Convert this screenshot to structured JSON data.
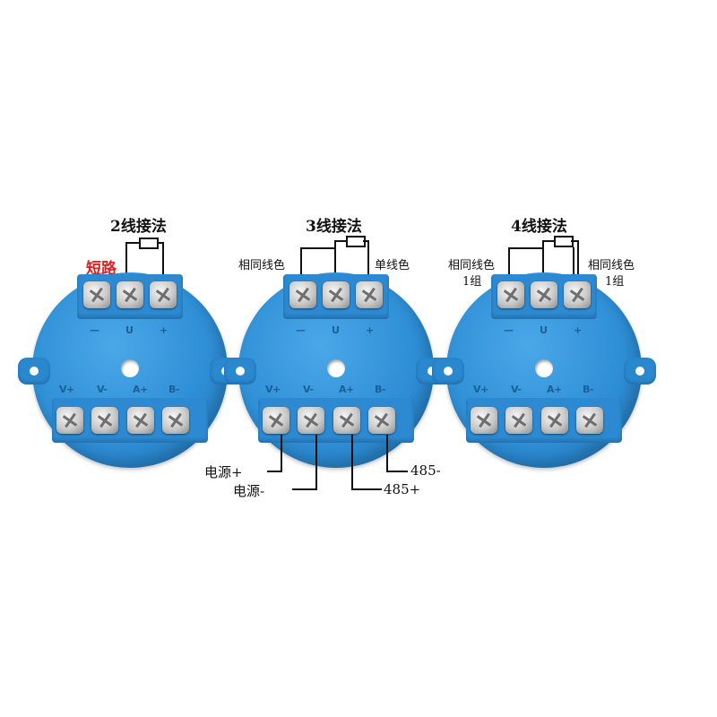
{
  "modules": [
    {
      "title": "2线接法",
      "short_label": "短路",
      "top_marks": [
        "—",
        "U",
        "+"
      ],
      "bottom_marks": [
        "V+",
        "V-",
        "A+",
        "B-"
      ]
    },
    {
      "title": "3线接法",
      "left_note": "相同线色",
      "right_note": "单线色",
      "top_marks": [
        "—",
        "U",
        "+"
      ],
      "bottom_marks": [
        "V+",
        "V-",
        "A+",
        "B-"
      ],
      "outputs": {
        "power_plus": "电源+",
        "power_minus": "电源-",
        "rs485_plus": "485+",
        "rs485_minus": "485-"
      }
    },
    {
      "title": "4线接法",
      "left_note_line1": "相同线色",
      "left_note_line2": "1组",
      "right_note_line1": "相同线色",
      "right_note_line2": "1组",
      "top_marks": [
        "—",
        "U",
        "+"
      ],
      "bottom_marks": [
        "V+",
        "V-",
        "A+",
        "B-"
      ]
    }
  ],
  "colors": {
    "module_blue": "#2f8fd6",
    "short_red": "#e02020",
    "wire": "#111111"
  }
}
